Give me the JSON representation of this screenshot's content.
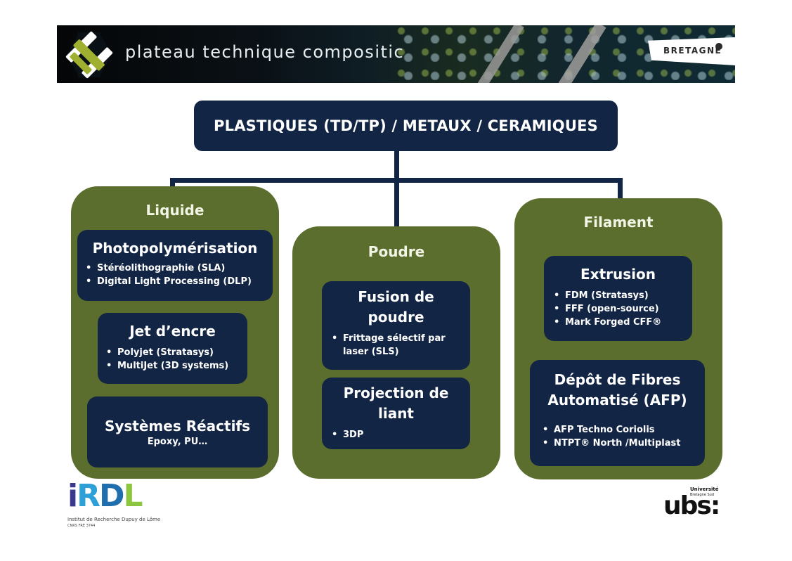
{
  "banner": {
    "title": "plateau technique compositic",
    "region_logo_text": "BRETAGNE",
    "colors": {
      "background": "#0a1116",
      "logo_green": "#9fb030",
      "text": "#e8eef0"
    }
  },
  "root": {
    "label": "PLASTIQUES (TD/TP) / METAUX / CERAMIQUES",
    "color": "#132544"
  },
  "categories": [
    {
      "title": "Liquide",
      "color": "#5b6e2d",
      "techniques": [
        {
          "title": "Photopolymérisation",
          "items": [
            "Stéréolithographie (SLA)",
            "Digital Light Processing (DLP)"
          ]
        },
        {
          "title": "Jet d’encre",
          "items": [
            "Polyjet (Stratasys)",
            "MultiJet (3D systems)"
          ]
        },
        {
          "title": "Systèmes Réactifs",
          "subtitle": "Epoxy, PU…"
        }
      ]
    },
    {
      "title": "Poudre",
      "color": "#5b6e2d",
      "techniques": [
        {
          "title_lines": [
            "Fusion de",
            "poudre"
          ],
          "items": [
            "Frittage sélectif par laser (SLS)"
          ]
        },
        {
          "title_lines": [
            "Projection de",
            "liant"
          ],
          "items": [
            "3DP"
          ]
        }
      ]
    },
    {
      "title": "Filament",
      "color": "#5b6e2d",
      "techniques": [
        {
          "title": "Extrusion",
          "items": [
            "FDM (Stratasys)",
            "FFF (open-source)",
            "Mark Forged CFF®"
          ]
        },
        {
          "title_lines": [
            "Dépôt de Fibres",
            "Automatisé (AFP)"
          ],
          "items": [
            "AFP Techno Coriolis",
            "NTPT® North /Multiplast"
          ]
        }
      ]
    }
  ],
  "footer": {
    "left_logo": {
      "text": "iRDL",
      "caption": "Institut de Recherche Dupuy de Lôme",
      "caption2": "CNRS FRE 3744"
    },
    "right_logo": {
      "text": "ubs:",
      "caption_line1": "Université",
      "caption_line2": "Bretagne Sud"
    }
  }
}
